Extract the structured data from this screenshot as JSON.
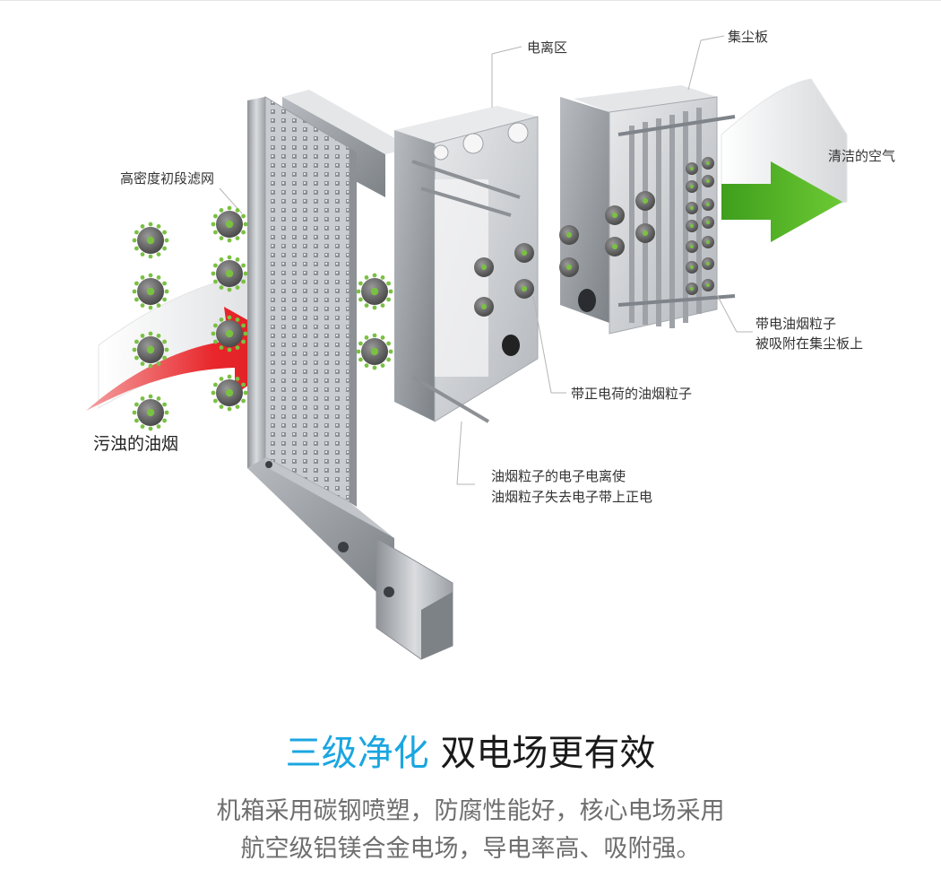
{
  "labels": {
    "ionization_zone": "电离区",
    "collector_plate": "集尘板",
    "prefilter": "高密度初段滤网",
    "clean_air": "清洁的空气",
    "dirty_smoke": "污浊的油烟",
    "positive_particles": "带正电荷的油烟粒子",
    "charged_adsorbed_line1": "带电油烟粒子",
    "charged_adsorbed_line2": "被吸附在集尘板上",
    "ionization_note_line1": "油烟粒子的电子电离使",
    "ionization_note_line2": "油烟粒子失去电子带上正电"
  },
  "headline": {
    "accent": "三级净化",
    "main": "双电场更有效"
  },
  "description": {
    "line1": "机箱采用碳钢喷塑，防腐性能好，核心电场采用",
    "line2": "航空级铝镁合金电场，导电率高、吸附强。"
  },
  "colors": {
    "accent": "#1aa6e0",
    "clean_arrow": "#5fbf2a",
    "dirty_arrow": "#e8262b",
    "particle_body": "#666666",
    "particle_spike": "#7ac142",
    "metal": "#b9bdc2"
  }
}
